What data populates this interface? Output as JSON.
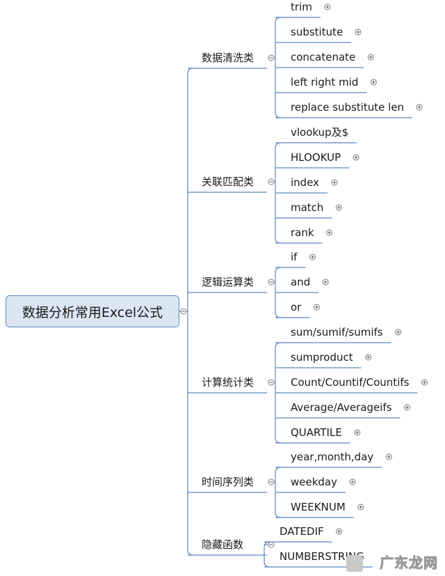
{
  "root": {
    "label": "数据分析常用Excel公式"
  },
  "categories": [
    {
      "label": "数据清洗类",
      "children": [
        "trim",
        "substitute",
        "concatenate",
        "left right mid",
        "replace substitute len"
      ]
    },
    {
      "label": "关联匹配类",
      "children": [
        "vlookup及$",
        "HLOOKUP",
        "index",
        "match",
        "rank"
      ]
    },
    {
      "label": "逻辑运算类",
      "children": [
        "if",
        "and",
        "or"
      ]
    },
    {
      "label": "计算统计类",
      "children": [
        "sum/sumif/sumifs",
        "sumproduct",
        "Count/Countif/Countifs",
        "Average/Averageifs",
        "QUARTILE"
      ]
    },
    {
      "label": "时间序列类",
      "children": [
        "year,month,day",
        "weekday",
        "WEEKNUM"
      ]
    },
    {
      "label": "隐藏函数",
      "children": [
        "DATEDIF",
        "NUMBERSTRING"
      ]
    }
  ],
  "watermark": {
    "text": "广东龙网"
  },
  "colors": {
    "line": "#5b87c0",
    "root_fill": "#dbe6f3",
    "text": "#1a1a1a"
  },
  "icons": {
    "expand": "plus-circle-icon",
    "collapse": "minus-circle-icon"
  }
}
